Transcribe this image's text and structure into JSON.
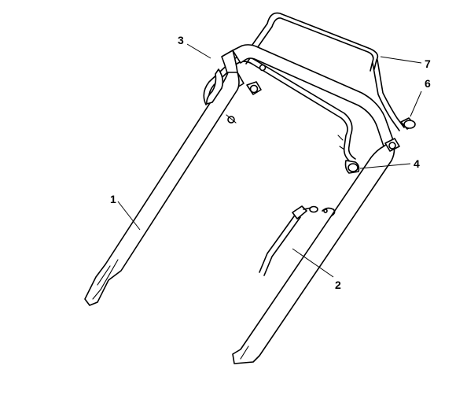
{
  "callouts": {
    "c1": "1",
    "c2": "2",
    "c3": "3",
    "c4": "4",
    "c6": "6",
    "c7": "7"
  },
  "colors": {
    "line": "#000000",
    "background": "#ffffff"
  }
}
